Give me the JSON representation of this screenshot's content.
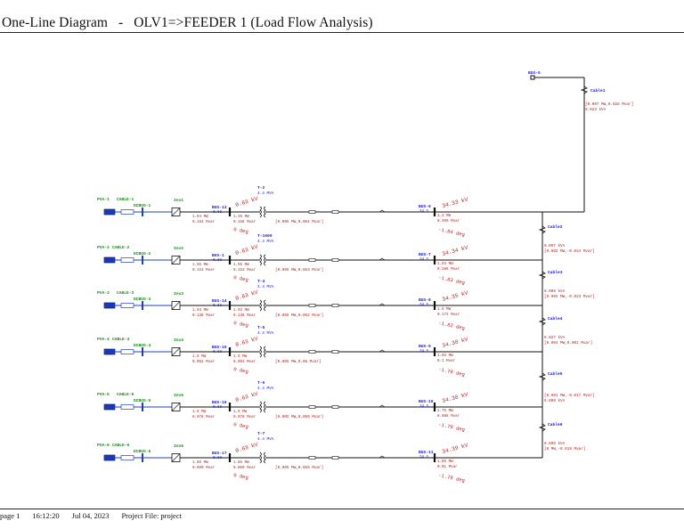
{
  "title": "One-Line Diagram   -   OLV1=>FEEDER 1 (Load Flow Analysis)",
  "footer": {
    "page": "page 1",
    "time": "16:12:20",
    "date": "Jul 04, 2023",
    "project": "Project File: project"
  },
  "colors": {
    "bus_label": "#1a1adc",
    "device_label": "#1a8a1a",
    "result": "#b22222",
    "line": "#111111",
    "pv": "#1f3fbf"
  },
  "top_bus": {
    "label": "BUS-5"
  },
  "top_cable": {
    "label": "Cable1",
    "flow": "[0.007 MW,0.028 Mvar]",
    "kva": "0.023 kVA"
  },
  "feeders": [
    {
      "pv": "PVA-1",
      "cable": "CABLE-1",
      "dcbus": "DCBUS-1",
      "inv": "Inv1",
      "lv_bus": "BUS-13",
      "lv_val": "0.63",
      "inv_p": "1.94 MW",
      "inv_q": "0.164 Mvar",
      "xfmr": "T-2",
      "xfmr_rating": "4.4 MVA",
      "xf_p": "1.36 MW",
      "xf_q": "0.168 Mvar",
      "lv_kv": "0.63 kV",
      "lv_deg": "0 deg",
      "line_flow": "[0.005 MW,0.064 Mvar]",
      "mv_bus": "BUS-6",
      "mv_val": "34.5",
      "mv_p": "1.3 MW",
      "mv_q": "0.409 Mvar",
      "mv_kv": "34.33 kV",
      "mv_deg": "-1.84 deg",
      "cable_label": "",
      "cable_flow": "",
      "cable_kva": ""
    },
    {
      "pv": "PVA-2",
      "cable": "CABLE-2",
      "dcbus": "DCBUS-2",
      "inv": "Inv2",
      "lv_bus": "BUS-1",
      "lv_val": "0.63",
      "inv_p": "1.95 MW",
      "inv_q": "0.153 Mvar",
      "xfmr": "T-1000",
      "xfmr_rating": "4.4 MVA",
      "xf_p": "1.95 MW",
      "xf_q": "0.153 Mvar",
      "lv_kv": "0.63 kV",
      "lv_deg": "0 deg",
      "line_flow": "[0.005 MW,0.063 Mvar]",
      "mv_bus": "BUS-7",
      "mv_val": "34.5",
      "mv_p": "1.94 MW",
      "mv_q": "0.286 Mvar",
      "mv_kv": "34.34 kV",
      "mv_deg": "-1.83 deg",
      "cable_label": "Cable2",
      "cable_flow": "[0.002 MW,-0.024 Mvar]",
      "cable_kva": "0.007 kVA"
    },
    {
      "pv": "PVA-3",
      "cable": "CABLE-3",
      "dcbus": "DCBUS-3",
      "inv": "Inv3",
      "lv_bus": "BUS-14",
      "lv_val": "0.63",
      "inv_p": "1.93 MW",
      "inv_q": "0.138 Mvar",
      "xfmr": "T-4",
      "xfmr_rating": "4.4 MVA",
      "xf_p": "1.93 MW",
      "xf_q": "0.138 Mvar",
      "lv_kv": "0.63 kV",
      "lv_deg": "0 deg",
      "line_flow": "[0.005 MW,0.062 Mvar]",
      "mv_bus": "BUS-8",
      "mv_val": "34.5",
      "mv_p": "1.9 MW",
      "mv_q": "0.172 Mvar",
      "mv_kv": "34.35 kV",
      "mv_deg": "-1.82 deg",
      "cable_label": "Cable3",
      "cable_flow": "[0.002 MW,-0.023 Mvar]",
      "cable_kva": "0.009 kVA"
    },
    {
      "pv": "PVA-4",
      "cable": "CABLE-4",
      "dcbus": "DCBUS-4",
      "inv": "Inv4",
      "lv_bus": "BUS-15",
      "lv_val": "0.63",
      "inv_p": "1.9 MW",
      "inv_q": "0.093 Mvar",
      "xfmr": "T-5",
      "xfmr_rating": "4.4 MVA",
      "xf_p": "1.9 MW",
      "xf_q": "0.093 Mvar",
      "lv_kv": "0.63 kV",
      "lv_deg": "0 deg",
      "line_flow": "[0.005 MW,0.06 Mvar]",
      "mv_bus": "BUS-9",
      "mv_val": "34.5",
      "mv_p": "1.86 MW",
      "mv_q": "0.1 Mvar",
      "mv_kv": "34.38 kV",
      "mv_deg": "-1.78 deg",
      "cable_label": "Cable4",
      "cable_flow": "[0.004 MW,0.002 Mvar]",
      "cable_kva": "0.027 kVA"
    },
    {
      "pv": "PVA-5",
      "cable": "CABLE-5",
      "dcbus": "DCBUS-5",
      "inv": "Inv5",
      "lv_bus": "BUS-16",
      "lv_val": "0.63",
      "inv_p": "1.9 MW",
      "inv_q": "0.078 Mvar",
      "xfmr": "T-6",
      "xfmr_rating": "4.4 MVA",
      "xf_p": "1.9 MW",
      "xf_q": "0.078 Mvar",
      "lv_kv": "0.63 kV",
      "lv_deg": "0 deg",
      "line_flow": "[0.005 MW,0.059 Mvar]",
      "mv_bus": "BUS-10",
      "mv_val": "34.5",
      "mv_p": "1.76 MW",
      "mv_q": "0.088 Mvar",
      "mv_kv": "34.38 kV",
      "mv_deg": "-1.78 deg",
      "cable_label": "Cable5",
      "cable_flow": "[0.001 MW,-0.017 Mvar]",
      "cable_kva": "0.009 kVA"
    },
    {
      "pv": "PVA-6",
      "cable": "CABLE-6",
      "dcbus": "DCBUS-6",
      "inv": "Inv6",
      "lv_bus": "BUS-17",
      "lv_val": "0.63",
      "inv_p": "1.85 MW",
      "inv_q": "0.060 Mvar",
      "xfmr": "T-7",
      "xfmr_rating": "4.4 MVA",
      "xf_p": "1.85 MW",
      "xf_q": "0.060 Mvar",
      "lv_kv": "0.63 kV",
      "lv_deg": "0 deg",
      "line_flow": "[0.005 MW,0.059 Mvar]",
      "mv_bus": "BUS-11",
      "mv_val": "34.5",
      "mv_p": "1.85 MW",
      "mv_q": "0.01 Mvar",
      "mv_kv": "34.39 kV",
      "mv_deg": "-1.78 deg",
      "cable_label": "Cable6",
      "cable_flow": "[0 MW,-0.019 Mvar]",
      "cable_kva": "0.005 kVA"
    }
  ]
}
